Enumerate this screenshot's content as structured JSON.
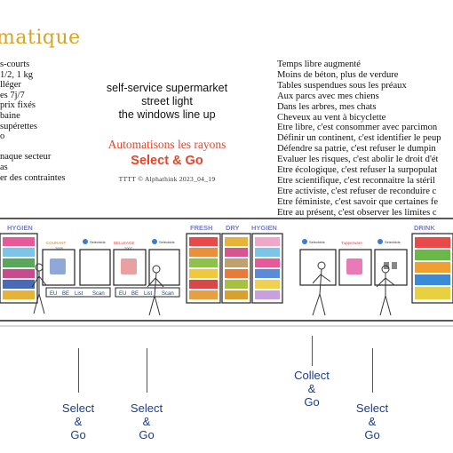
{
  "title": "matique",
  "left_list": [
    "s-courts",
    "1/2, 1 kg",
    "lléger",
    "es 7j/7",
    "prix fixés",
    "baine",
    "supérettes",
    "o",
    "",
    "naque secteur",
    "as",
    "er des contraintes"
  ],
  "center_lines": [
    "self-service supermarket",
    "street light",
    "the windows line up"
  ],
  "headline": "Automatisons les rayons",
  "subheadline": "Select & Go",
  "credit": "TTTT © Alphathink 2023_04_19",
  "right_list": [
    "Temps libre augmenté",
    "Moins de béton, plus de verdure",
    "Tables suspendues sous les préaux",
    "Aux parcs avec mes chiens",
    "Dans les arbres, mes chats",
    "Cheveux au vent à bicyclette",
    "Etre libre, c'est consommer avec parcimon",
    "Définir un continent, c'est identifier le peup",
    "Défendre sa patrie, c'est refuser le dumpin",
    "Evaluer les risques, c'est abolir le droit d'ét",
    "Etre écologique, c'est refuser la surpopulat",
    "Etre scientifique, c'est reconnaitre la stéril",
    "Etre activiste, c'est refuser de reconduire c",
    "Etre féministe, c'est savoir que certaines fe",
    "Etre au présent, c'est observer les limites c"
  ],
  "shelf_labels": {
    "hygien_left": "HYGIEN",
    "fresh": "FRESH",
    "dry": "DRY",
    "hygien_mid": "HYGIEN",
    "drink": "DRINK"
  },
  "panels": [
    {
      "brand": "COURANT",
      "year": "2005",
      "app": "Selectdds"
    },
    {
      "brand": "BELLEAGE",
      "year": "2007",
      "app": "Selectdds"
    },
    {
      "app": "Selectdds"
    },
    {
      "brand": "Tupperware",
      "app": "Selectdds"
    }
  ],
  "kiosk_buttons": [
    "EU",
    "BE",
    "List",
    "Scan"
  ],
  "bottom_labels": [
    {
      "line1": "Select",
      "line2": "&",
      "line3": "Go"
    },
    {
      "line1": "Select",
      "line2": "&",
      "line3": "Go"
    },
    {
      "line1": "Collect",
      "line2": "&",
      "line3": "Go"
    },
    {
      "line1": "Select",
      "line2": "&",
      "line3": "Go"
    }
  ],
  "colors": {
    "title": "#d6a42a",
    "headline": "#e8442a",
    "shelf_label": "#7a7fbf",
    "bottom_label": "#1d3d86"
  }
}
